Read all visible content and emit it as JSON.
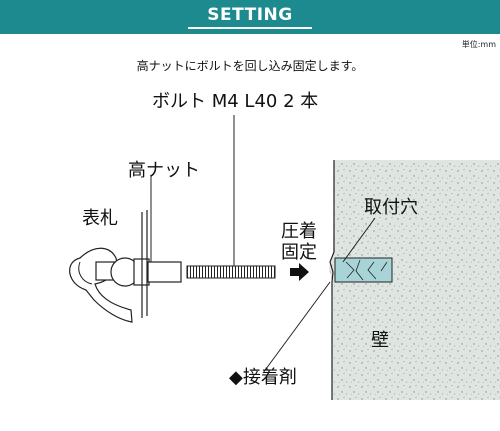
{
  "header": {
    "title": "SETTING"
  },
  "unit_label": "単位:mm",
  "instruction": "高ナットにボルトを回し込み固定します。",
  "labels": {
    "bolt": "ボルト M4 L40 2 本",
    "high_nut": "高ナット",
    "nameplate": "表札",
    "press_fix_line1": "圧着",
    "press_fix_line2": "固定",
    "mounting_hole": "取付穴",
    "wall": "壁",
    "adhesive": "◆接着剤"
  },
  "colors": {
    "header_bg": "#1d8a8f",
    "header_text": "#ffffff",
    "wall_fill": "#dfe6e2",
    "hole_fill": "#a9d4d7"
  }
}
